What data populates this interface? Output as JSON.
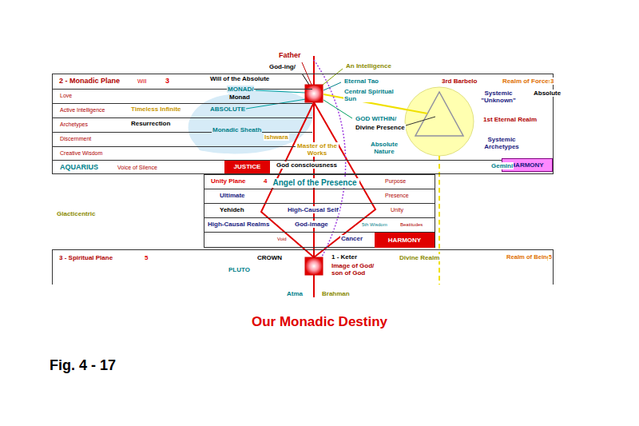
{
  "diagram": {
    "title": "Our Monadic Destiny",
    "caption": "Fig. 4 - 17",
    "nodes": [
      {
        "text": [
          "2 - Monadic Plane",
          "Will",
          "3"
        ]
      },
      {
        "text": [
          "Love"
        ],
        "in": 0
      },
      {
        "text": [
          "Active Intelligence"
        ],
        "in": 0
      },
      {
        "text": [
          "Archetypes"
        ],
        "in": 0
      },
      {
        "text": [
          "Discernment"
        ],
        "in": 0
      },
      {
        "text": [
          "Creative Wisdom"
        ],
        "in": 0
      },
      {
        "text": [
          "AQUARIUS",
          "Voice of Silence"
        ],
        "in": 0
      },
      {
        "text": [
          "JUSTICE"
        ],
        "in": 6
      },
      {
        "text": [
          "HARMONY"
        ],
        "in": 6
      },
      {
        "text": [
          "Unity Plane",
          "4",
          "Purpose"
        ]
      },
      {
        "text": [
          "Ultimate",
          "Presence"
        ],
        "in": 9
      },
      {
        "text": [
          "Yehideh",
          "High-Causal Self",
          "Unity"
        ],
        "in": 9
      },
      {
        "text": [
          "High-Causal Realms",
          "God-image",
          "5th Wisdom",
          "Beatitudes"
        ],
        "in": 9
      },
      {
        "text": [
          "Void",
          "Cancer"
        ],
        "in": 9
      },
      {
        "text": [
          "HARMONY"
        ],
        "in": 13
      },
      {
        "text": [
          "3 - Spiritual Plane",
          "5",
          "CROWN",
          "Divine Realm",
          "Realm of Being",
          "5"
        ]
      }
    ],
    "labels": [
      "Father",
      "God-ing/",
      "An Intelligence",
      "Will of the Absolute",
      "Eternal Tao",
      "3rd Barbelo",
      "Realm of Forces",
      "3",
      "MONAD/",
      "Monad",
      "Central Spiritual Sun",
      "Systemic \"Unknown\"",
      "Absolute",
      "Timeless Infinite",
      "ABSOLUTE",
      "GOD WITHIN/",
      "Divine Presence",
      "1st Eternal Realm",
      "Resurrection",
      "Monadic Sheath",
      "Ishwara",
      "Master of the Works",
      "Absolute Nature",
      "Systemic Archetypes",
      "God consciousness",
      "Gemini",
      "Angel of the Presence",
      "Glacticentric",
      "PLUTO",
      "1 - Keter",
      "Image of God/ son of God",
      "Atma",
      "Brahman"
    ]
  }
}
